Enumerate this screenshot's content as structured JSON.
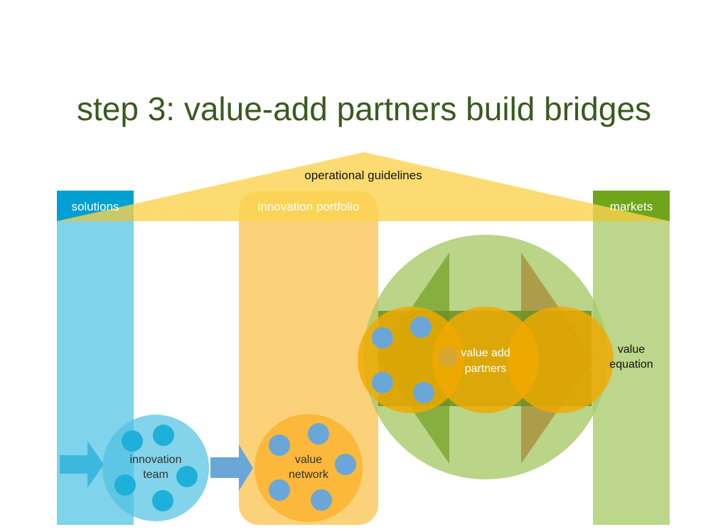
{
  "title": "step 3: value-add partners build bridges",
  "labels": {
    "roof": "operational guidelines",
    "solutions": "solutions",
    "portfolio": "innovation portfolio",
    "markets": "markets",
    "team_line1": "innovation",
    "team_line2": "team",
    "network_line1": "value",
    "network_line2": "network",
    "partners_line1": "value add",
    "partners_line2": "partners",
    "equation_line1": "value",
    "equation_line2": "equation"
  },
  "colors": {
    "title": "#3a5a1f",
    "solutions_header": "#00a0d2",
    "solutions_column": "#7fd3ea",
    "markets_header": "#6fa51a",
    "markets_column": "#bcd68b",
    "roof": "#fbd660",
    "portfolio": "#fbd27a",
    "partners_orange": "#f2a900",
    "team_circle": "#7fd3ea",
    "network_circle": "#fbb83a",
    "member_dot": "#6aa6d8"
  }
}
